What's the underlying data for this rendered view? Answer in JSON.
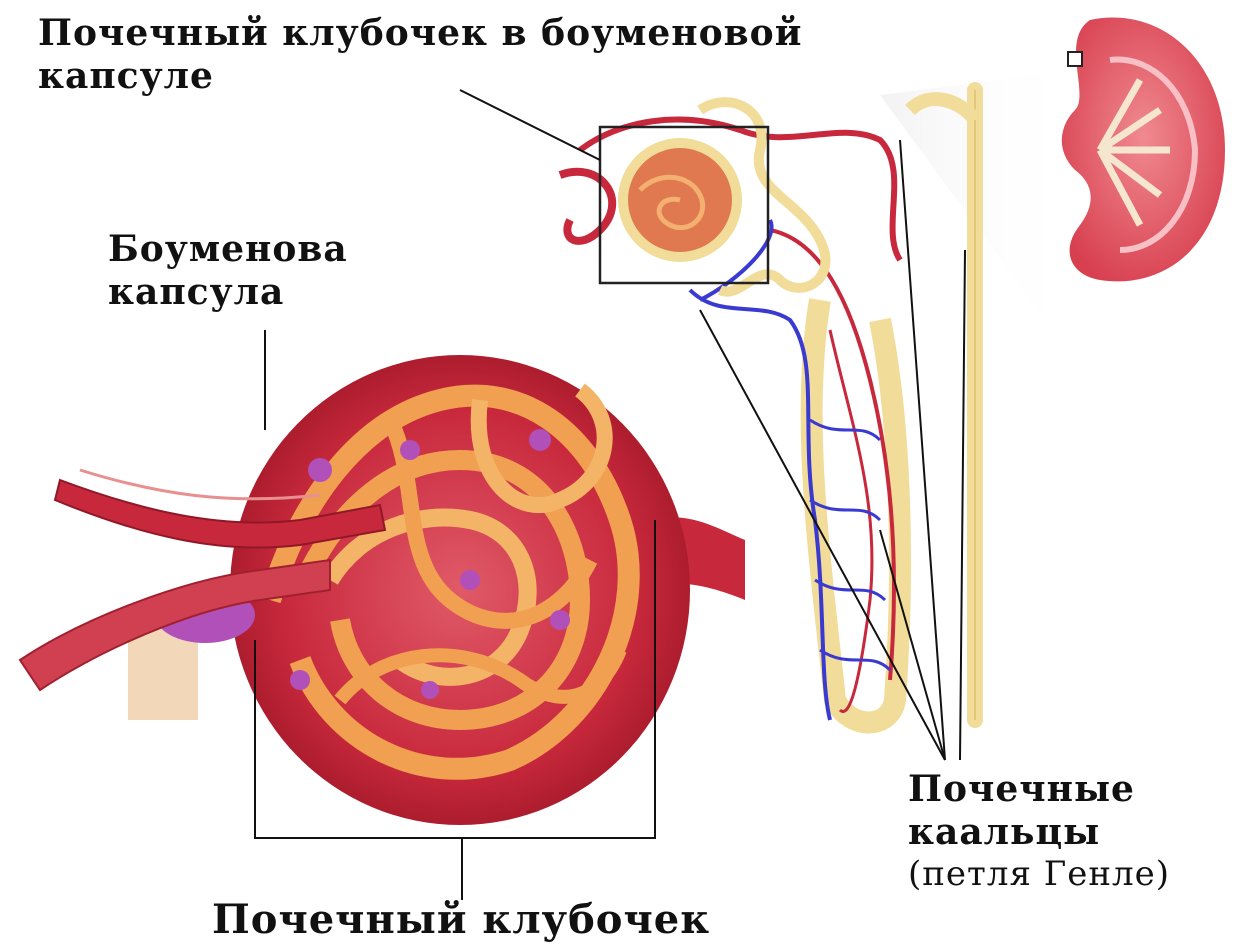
{
  "labels": {
    "glomerulus_in_capsule_line1": "Почечный клубочек в боуменовой",
    "glomerulus_in_capsule_line2": "капсуле",
    "bowman_capsule_line1": "Боуменова",
    "bowman_capsule_line2": "капсула",
    "henle_loop_line1": "Почечные",
    "henle_loop_line2": "каальцы",
    "henle_loop_line3": "(петля Генле)",
    "glomerulus": "Почечный клубочек"
  },
  "colors": {
    "capsule_red": "#c8283c",
    "capillary_orange": "#f0a050",
    "vein_blue": "#3a3ad0",
    "tubule_yellow": "#f2dc9a",
    "kidney_pink": "#e8606a",
    "purple_cells": "#b050b8"
  }
}
